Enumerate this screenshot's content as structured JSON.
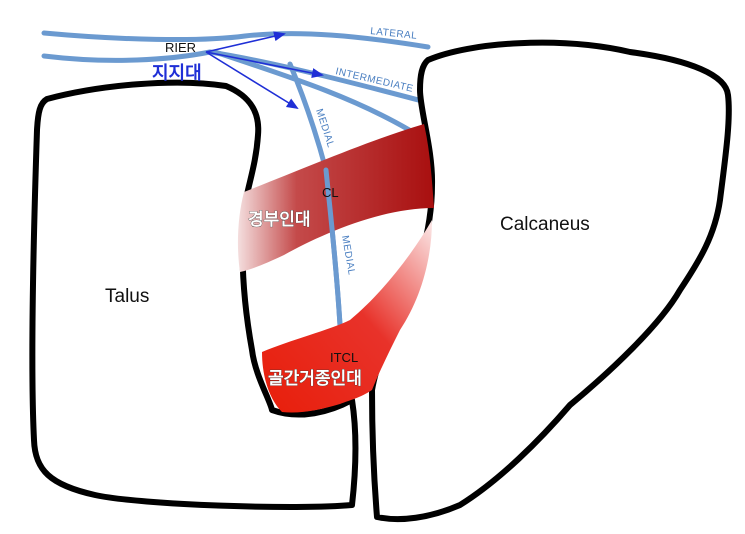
{
  "bones": {
    "talus": "Talus",
    "calcaneus": "Calcaneus"
  },
  "retinaculum": {
    "label": "RIER",
    "label_ko": "지지대",
    "roots": {
      "lateral": "LATERAL",
      "intermediate": "INTERMEDIATE",
      "medial_upper": "MEDIAL",
      "medial_lower": "MEDIAL"
    }
  },
  "ligaments": {
    "cervical": {
      "abbr": "CL",
      "label_ko": "경부인대"
    },
    "interosseous": {
      "abbr": "ITCL",
      "label_ko": "골간거종인대"
    }
  },
  "colors": {
    "bone_outline": "#000000",
    "retinaculum": "#6b9ad0",
    "arrow": "#1f2fd6",
    "cervical_ligament": "#b01212",
    "interosseous_ligament": "#e01e0a",
    "korean_label": "#1f2fd6"
  }
}
